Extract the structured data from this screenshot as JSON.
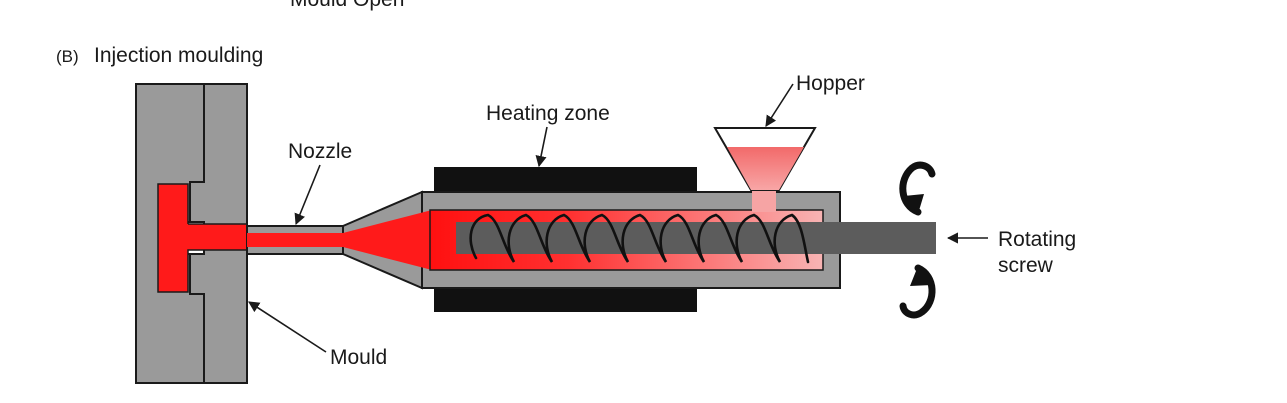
{
  "figure": {
    "top_cut_text": "Mould Open",
    "panel_label": "(B)",
    "panel_title": "Injection moulding"
  },
  "labels": {
    "hopper": "Hopper",
    "heating_zone": "Heating zone",
    "nozzle": "Nozzle",
    "mould": "Mould",
    "rotating_screw_line1": "Rotating",
    "rotating_screw_line2": "screw"
  },
  "colors": {
    "metal": "#9a9a9a",
    "heater": "#111111",
    "melt": "#ff1a1a",
    "melt_light": "#f7a0a0",
    "screw": "#5c5c5c"
  }
}
